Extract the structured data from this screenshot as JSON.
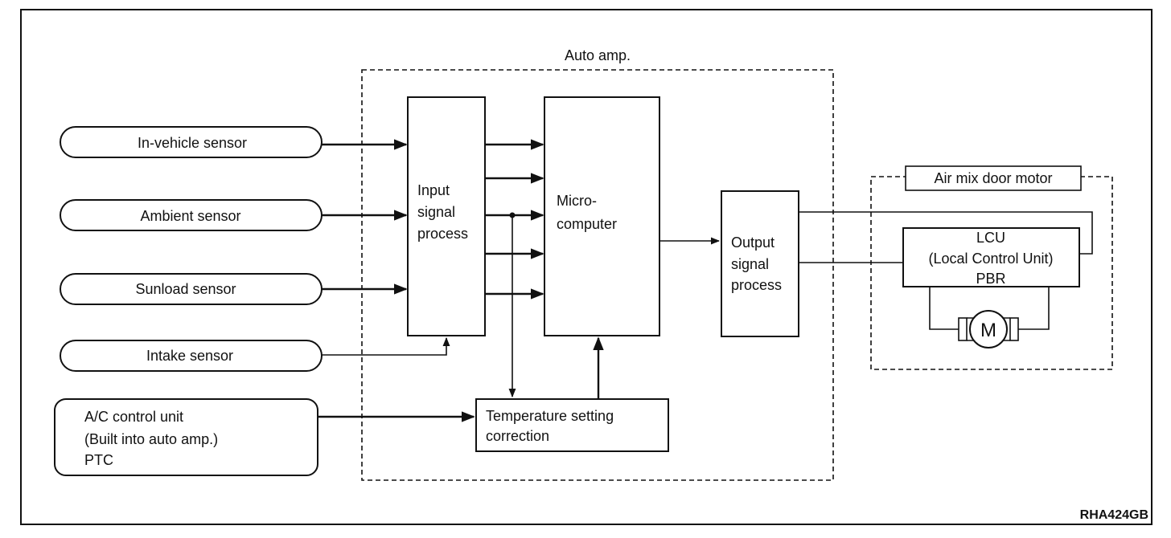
{
  "auto_amp": {
    "title": "Auto amp."
  },
  "sensors": {
    "in_vehicle": "In-vehicle sensor",
    "ambient": "Ambient sensor",
    "sunload": "Sunload sensor",
    "intake": "Intake sensor"
  },
  "ac_control_unit": {
    "line1": "A/C control unit",
    "line2": "(Built into auto amp.)",
    "line3": "PTC"
  },
  "input_signal_process": {
    "line1": "Input",
    "line2": "signal",
    "line3": "process"
  },
  "microcomputer": {
    "line1": "Micro-",
    "line2": "computer"
  },
  "output_signal_process": {
    "line1": "Output",
    "line2": "signal",
    "line3": "process"
  },
  "temperature_setting_correction": {
    "line1": "Temperature setting",
    "line2": "correction"
  },
  "air_mix_door_motor": {
    "title": "Air mix door motor",
    "lcu_line1": "LCU",
    "lcu_line2": "(Local Control Unit)",
    "lcu_line3": "PBR",
    "motor_symbol": "M"
  },
  "figure_ref": "RHA424GB"
}
